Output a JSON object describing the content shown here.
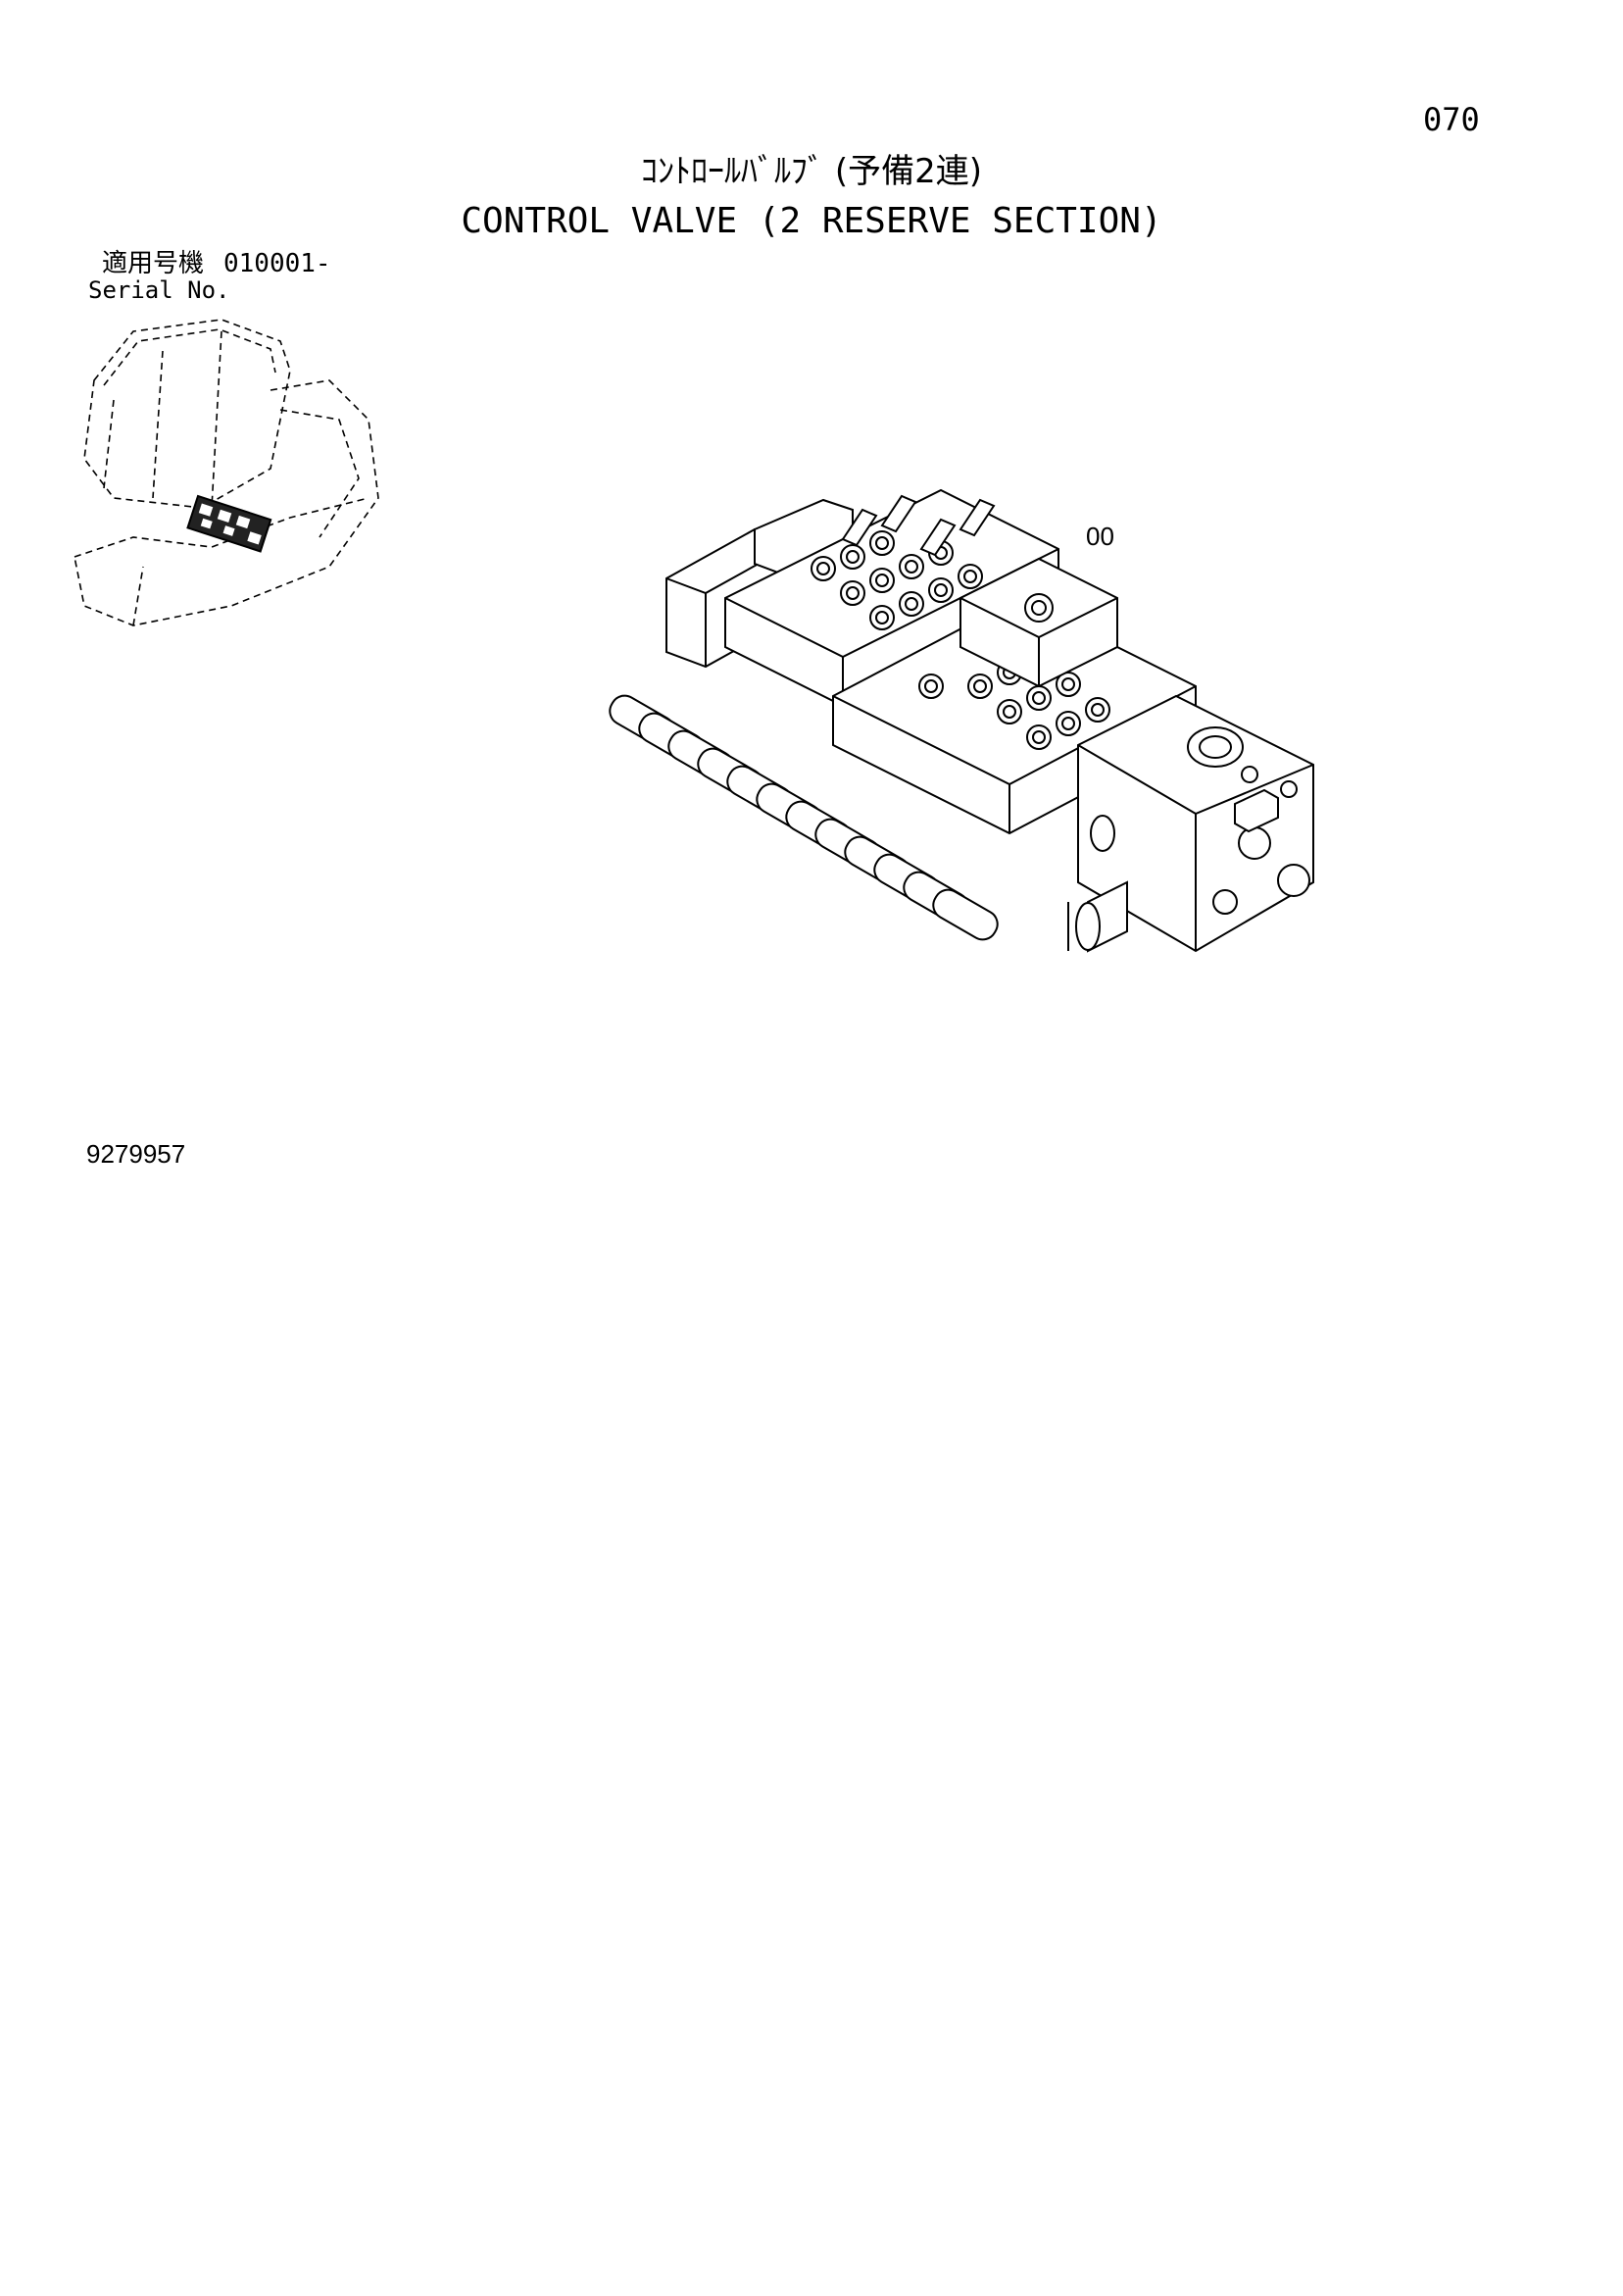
{
  "header": {
    "page_number": "070",
    "title_jp": "ｺﾝﾄﾛｰﾙﾊﾞﾙﾌﾞ (予備2連)",
    "title_en": "CONTROL VALVE (2 RESERVE SECTION)"
  },
  "serial": {
    "label_jp": "適用号機",
    "range": "010001-",
    "label_en": "Serial No."
  },
  "drawing": {
    "callout": "00",
    "number": "9279957"
  },
  "icons": {
    "machine": "excavator-cab-outline-icon",
    "part": "control-valve-assembly-icon"
  }
}
